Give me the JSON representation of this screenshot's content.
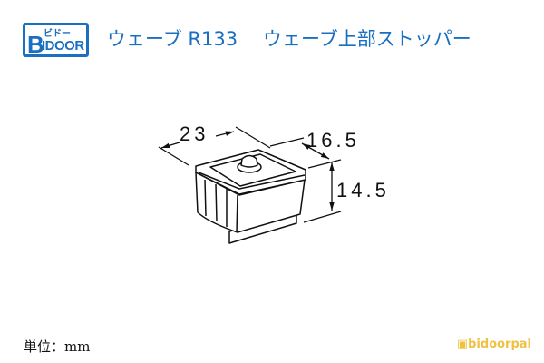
{
  "logo": {
    "initial": "B",
    "kana": "ビドー",
    "word": "IDOOR"
  },
  "header": {
    "series": "ウェーブ R133",
    "product": "ウェーブ上部ストッパー"
  },
  "dimensions": {
    "width": "23",
    "depth": "16.5",
    "height": "14.5"
  },
  "footer": {
    "unit": "単位：mm",
    "brand": "bidoorpal"
  },
  "colors": {
    "brand_blue": "#1a6fc0",
    "brand_yellow": "#f0c040"
  }
}
